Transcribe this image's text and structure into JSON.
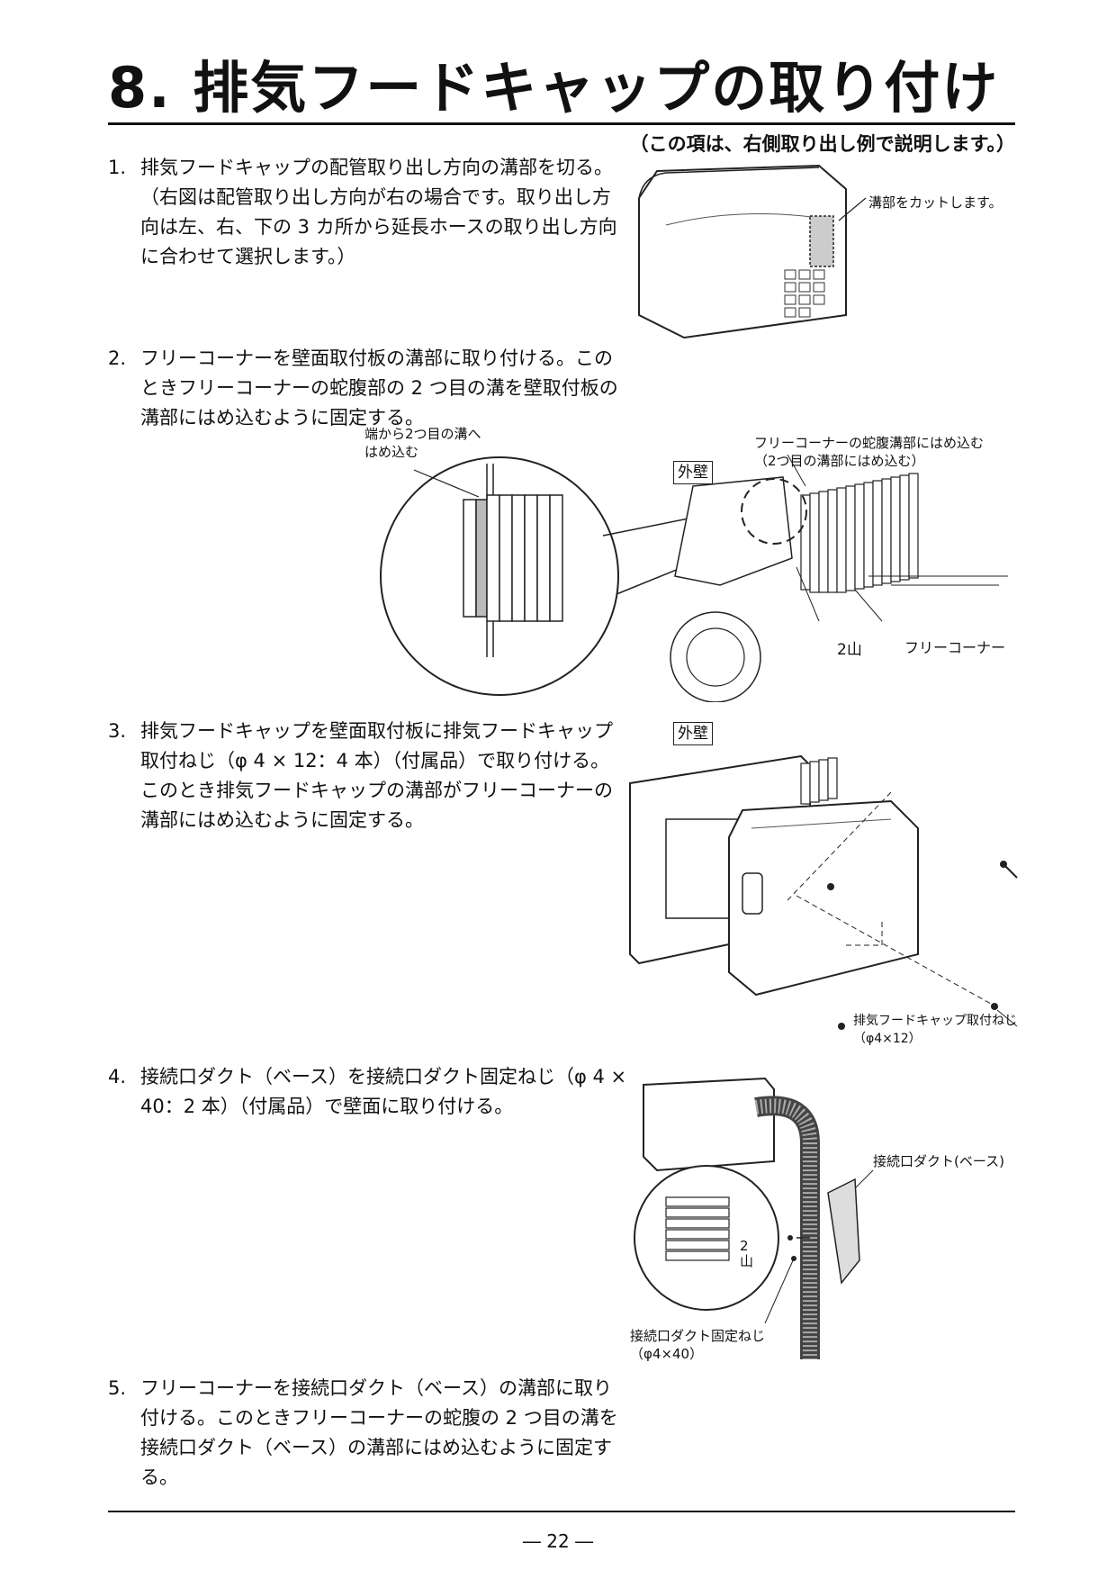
{
  "title": "8. 排気フードキャップの取り付け",
  "subtitle": "（この項は、右側取り出し例で説明します。）",
  "steps": [
    {
      "num": "1.",
      "lines": [
        "排気フードキャップの配管取り出し方向の溝部を切る。",
        "（右図は配管取り出し方向が右の場合です。取り出し方",
        "向は左、右、下の 3 カ所から延長ホースの取り出し方向",
        "に合わせて選択します。）"
      ]
    },
    {
      "num": "2.",
      "lines": [
        "フリーコーナーを壁面取付板の溝部に取り付ける。この",
        "ときフリーコーナーの蛇腹部の 2 つ目の溝を壁取付板の",
        "溝部にはめ込むように固定する。"
      ]
    },
    {
      "num": "3.",
      "lines": [
        "排気フードキャップを壁面取付板に排気フードキャップ",
        "取付ねじ（φ 4 × 12：4 本）（付属品）で取り付ける。",
        "このとき排気フードキャップの溝部がフリーコーナーの",
        "溝部にはめ込むように固定する。"
      ]
    },
    {
      "num": "4.",
      "lines": [
        "接続口ダクト（ベース）を接続口ダクト固定ねじ（φ 4 ×",
        "40：2 本）（付属品）で壁面に取り付ける。"
      ]
    },
    {
      "num": "5.",
      "lines": [
        "フリーコーナーを接続口ダクト（ベース）の溝部に取り",
        "付ける。このときフリーコーナーの蛇腹の 2 つ目の溝を",
        "接続口ダクト（ベース）の溝部にはめ込むように固定す",
        "る。"
      ]
    }
  ],
  "figures": {
    "fig1": {
      "callout": "溝部をカットします。"
    },
    "fig2": {
      "wall_label": "外壁",
      "callout_left": [
        "端から2つ目の溝へ",
        "はめ込む"
      ],
      "callout_right": [
        "フリーコーナーの蛇腹溝部にはめ込む",
        "（2つ目の溝部にはめ込む）"
      ],
      "mark_2": "2山",
      "part_label": "フリーコーナー"
    },
    "fig3": {
      "wall_label": "外壁",
      "callout": [
        "排気フードキャップ取付ねじ",
        "（φ4×12）"
      ]
    },
    "fig4": {
      "callout_base": "接続口ダクト(ベース)",
      "callout_screw": [
        "接続口ダクト固定ねじ",
        "（φ4×40）"
      ],
      "mark_2": "2",
      "mark_yama": "山"
    }
  },
  "page_number": "― 22 ―"
}
